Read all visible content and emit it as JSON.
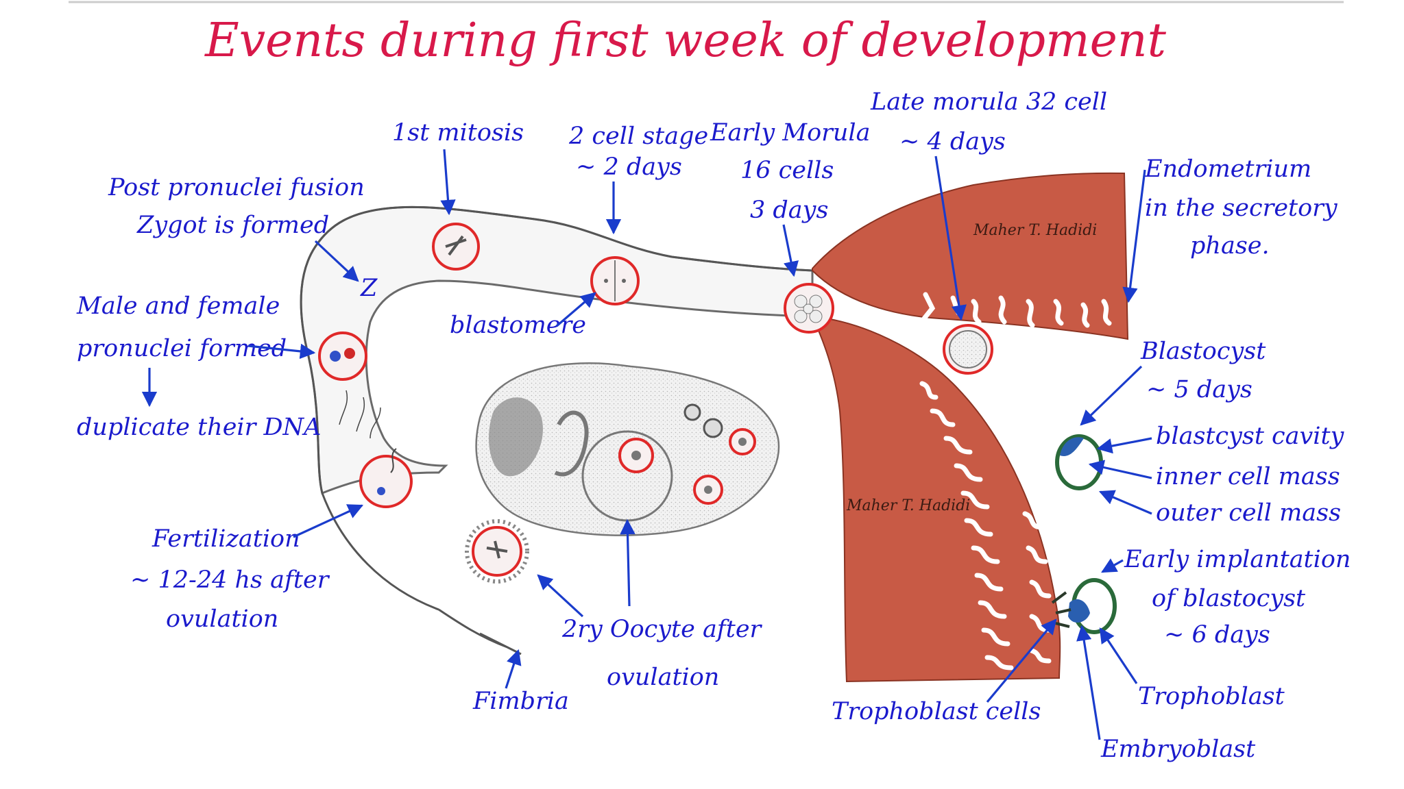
{
  "title": "Events during first week of development",
  "labels": {
    "post_pronuclei_1": "Post pronuclei fusion",
    "post_pronuclei_2": "Zygot is formed",
    "zygote_mark": "Z",
    "pronuclei_1": "Male and female",
    "pronuclei_2": "pronuclei formed",
    "duplicate": "duplicate their DNA",
    "first_mitosis": "1st mitosis",
    "two_cell_1": "2 cell stage",
    "two_cell_2": "~ 2 days",
    "blastomere": "blastomere",
    "early_morula_1": "Early Morula",
    "early_morula_2": "16 cells",
    "early_morula_3": "3 days",
    "late_morula_1": "Late morula 32 cell",
    "late_morula_2": "~ 4 days",
    "endometrium_1": "Endometrium",
    "endometrium_2": "in the secretory",
    "endometrium_3": "phase.",
    "blastocyst_1": "Blastocyst",
    "blastocyst_2": "~ 5 days",
    "blastocyst_cavity": "blastcyst cavity",
    "inner_cell_mass": "inner cell mass",
    "outer_cell_mass": "outer cell mass",
    "early_implant_1": "Early implantation",
    "early_implant_2": "of blastocyst",
    "early_implant_3": "~ 6 days",
    "fertilization_1": "Fertilization",
    "fertilization_2": "~ 12-24 hs after",
    "fertilization_3": "ovulation",
    "oocyte_1": "2ry Oocyte after",
    "oocyte_2": "ovulation",
    "fimbria": "Fimbria",
    "trophoblast_cells": "Trophoblast cells",
    "trophoblast": "Trophoblast",
    "embryoblast": "Embryoblast"
  },
  "watermarks": {
    "upper": "Maher T. Hadidi",
    "lower": "Maher T. Hadidi"
  },
  "colors": {
    "title": "#d8194a",
    "labels": "#1a1acc",
    "arrows": "#1a3ccc",
    "muscle": "#c85a45",
    "cell_ring": "#e02828"
  }
}
